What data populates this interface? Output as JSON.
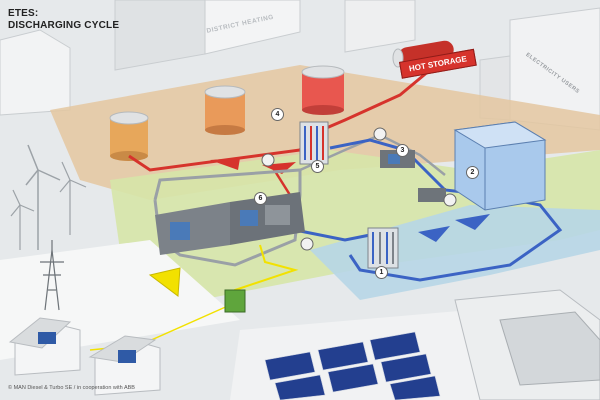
{
  "title": {
    "line1": "ETES:",
    "line2": "DISCHARGING CYCLE"
  },
  "labels": {
    "hot_storage": "HOT STORAGE",
    "district_heating": "DISTRICT HEATING",
    "building_sign": "ELECTRICITY USERS"
  },
  "component_numbers": [
    "1",
    "2",
    "3",
    "4",
    "5",
    "6"
  ],
  "credit": "© MAN Diesel & Turbo SE / in cooperation with ABB",
  "colors": {
    "hot_line": "#d6332c",
    "cold_line": "#3b63c4",
    "neutral_line": "#9aa0a6",
    "power_line": "#f2e100",
    "zone_warm": "#e8c9a0",
    "zone_green": "#d7e8a8",
    "zone_blue": "#b9d8e8"
  }
}
